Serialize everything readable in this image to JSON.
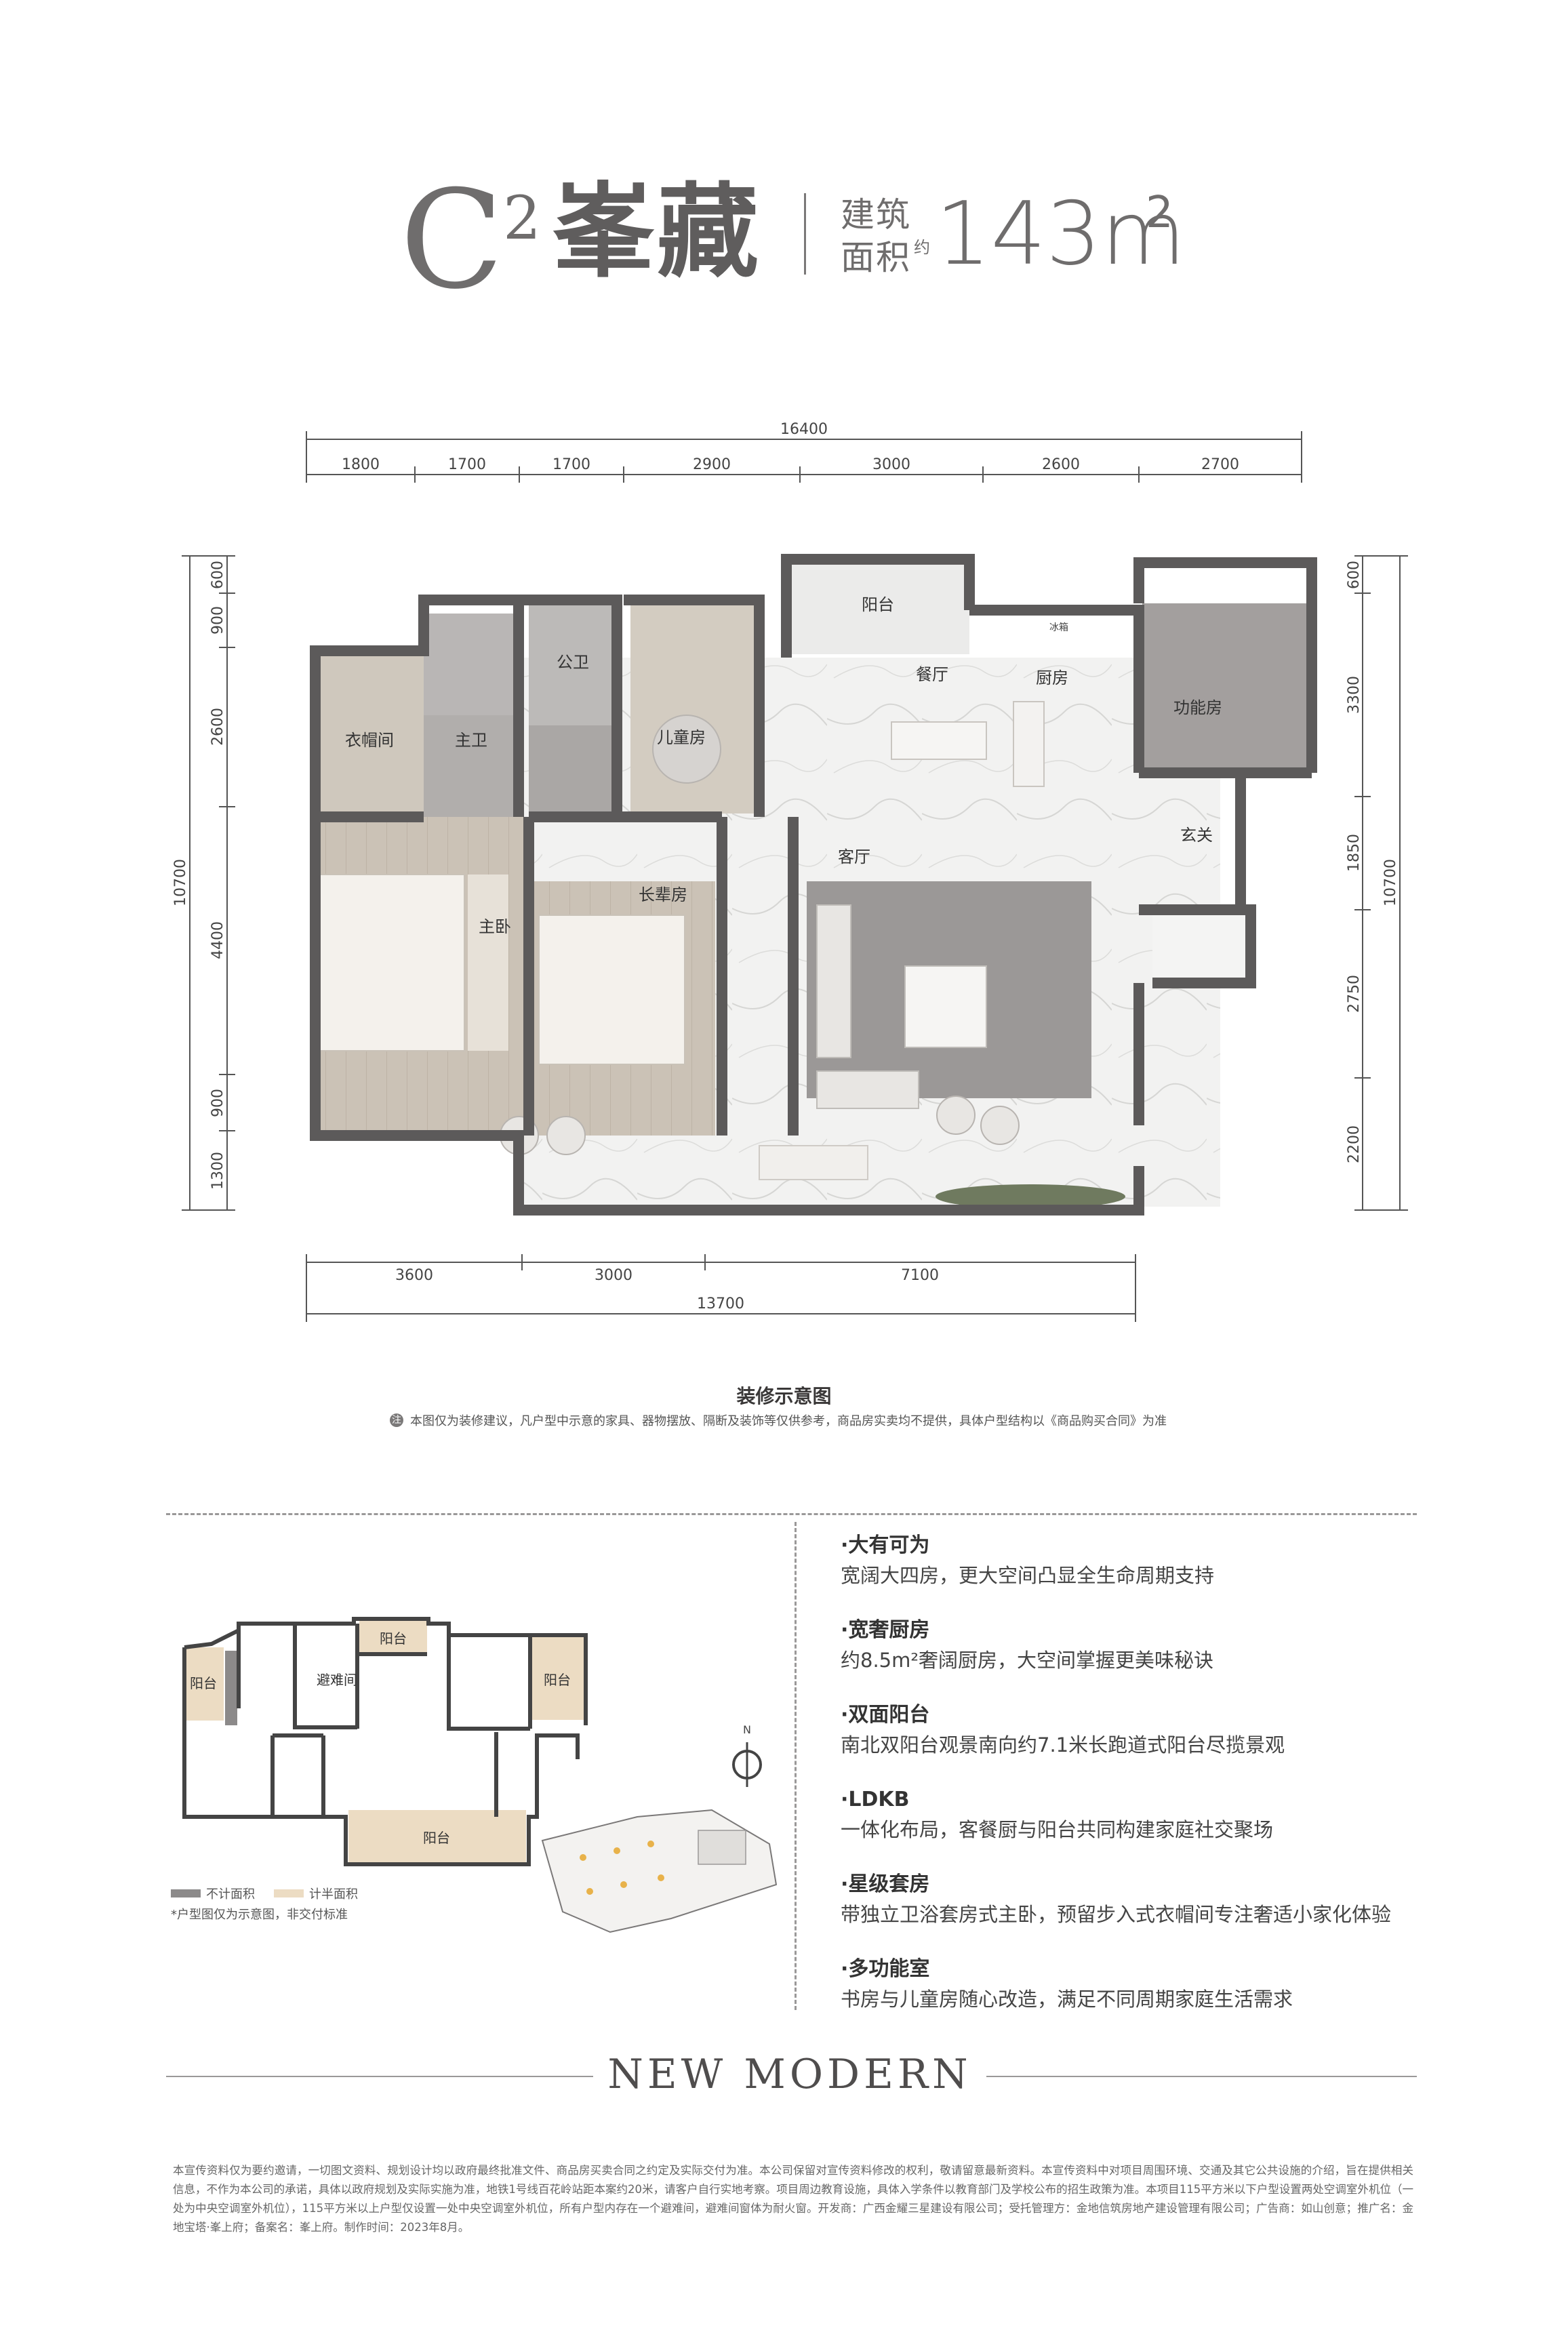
{
  "title": {
    "letter": "C",
    "superscript": "2",
    "name": "峯藏",
    "area_label_line1": "建筑",
    "area_label_line2": "面积",
    "area_approx": "约",
    "area_value": "143m",
    "area_unit_sup": "2"
  },
  "plan": {
    "top_total": "16400",
    "top_dims": [
      "1800",
      "1700",
      "1700",
      "2900",
      "3000",
      "2600",
      "2700"
    ],
    "bottom_dims": [
      "3600",
      "3000",
      "7100"
    ],
    "bottom_total": "13700",
    "left_dims": [
      "600",
      "900",
      "2600",
      "4400",
      "900",
      "1300"
    ],
    "left_total": "10700",
    "right_dims": [
      "600",
      "3300",
      "1850",
      "2750",
      "2200"
    ],
    "right_total": "10700",
    "rooms": {
      "balcony_north": "阳台",
      "public_bath": "公卫",
      "master_bath": "主卫",
      "wardrobe": "衣帽间",
      "kids_room": "儿童房",
      "dining": "餐厅",
      "kitchen": "厨房",
      "function_room": "功能房",
      "foyer": "玄关",
      "living": "客厅",
      "master_bedroom": "主卧",
      "elder_room": "长辈房",
      "fridge_label": "冰箱"
    }
  },
  "caption": "装修示意图",
  "disclaimer": "本图仅为装修建议，凡户型中示意的家具、器物摆放、隔断及装饰等仅供参考，商品房实卖均不提供，具体户型结构以《商品购买合同》为准",
  "disclaimer_icon": "注",
  "keyplan": {
    "balcony_top": "阳台",
    "balcony_left": "阳台",
    "refuge": "避难间",
    "balcony_right": "阳台",
    "balcony_bottom": "阳台",
    "north": "N"
  },
  "legend": {
    "not_counted": "不计面积",
    "half_counted": "计半面积",
    "note": "*户型图仅为示意图，非交付标准"
  },
  "colors": {
    "not_counted": "#8c8a8a",
    "half_counted": "#ecdcc3",
    "wall": "#5c5a5a",
    "floor_gray": "#9a9797",
    "wood": "#c9bfb3"
  },
  "features": [
    {
      "title": "·大有可为",
      "desc": "宽阔大四房，更大空间凸显全生命周期支持"
    },
    {
      "title": "·宽奢厨房",
      "desc": "约8.5m²奢阔厨房，大空间掌握更美味秘诀"
    },
    {
      "title": "·双面阳台",
      "desc": "南北双阳台观景南向约7.1米长跑道式阳台尽揽景观"
    },
    {
      "title": "·LDKB",
      "desc": "一体化布局，客餐厨与阳台共同构建家庭社交聚场"
    },
    {
      "title": "·星级套房",
      "desc": "带独立卫浴套房式主卧，预留步入式衣帽间专注奢适小家化体验"
    },
    {
      "title": "·多功能室",
      "desc": "书房与儿童房随心改造，满足不同周期家庭生活需求"
    }
  ],
  "brand_line": "NEW MODERN",
  "footer": "本宣传资料仅为要约邀请，一切图文资料、规划设计均以政府最终批准文件、商品房买卖合同之约定及实际交付为准。本公司保留对宣传资料修改的权利，敬请留意最新资料。本宣传资料中对项目周围环境、交通及其它公共设施的介绍，旨在提供相关信息，不作为本公司的承诺，具体以政府规划及实际实施为准，地铁1号线百花岭站距本案约20米，请客户自行实地考察。项目周边教育设施，具体入学条件以教育部门及学校公布的招生政策为准。本项目115平方米以下户型设置两处空调室外机位（一处为中央空调室外机位），115平方米以上户型仅设置一处中央空调室外机位，所有户型内存在一个避难间，避难间窗体为耐火窗。开发商：广西金耀三星建设有限公司；受托管理方：金地信筑房地产建设管理有限公司；广告商：如山创意；推广名：金地宝塔·峯上府；备案名：峯上府。制作时间：2023年8月。"
}
